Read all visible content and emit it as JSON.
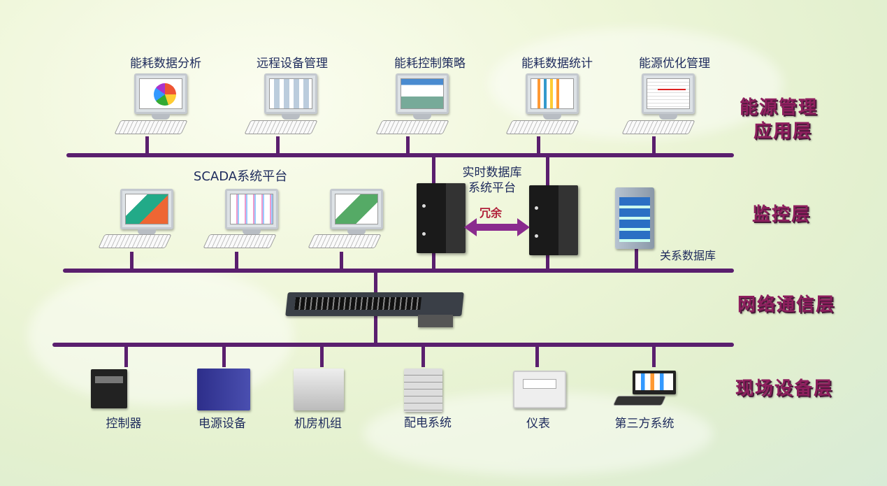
{
  "app_layer": {
    "title_line1": "能源管理",
    "title_line2": "应用层",
    "apps": [
      {
        "label": "能耗数据分析",
        "screen": "pie-chart"
      },
      {
        "label": "远程设备管理",
        "screen": "device-grid"
      },
      {
        "label": "能耗控制策略",
        "screen": "dashboard"
      },
      {
        "label": "能耗数据统计",
        "screen": "bar-chart"
      },
      {
        "label": "能源优化管理",
        "screen": "table"
      }
    ]
  },
  "monitor_layer": {
    "title": "监控层",
    "scada_label": "SCADA系统平台",
    "rtdb_label_line1": "实时数据库",
    "rtdb_label_line2": "系统平台",
    "redundancy_label": "冗余",
    "rdb_label": "关系数据库"
  },
  "network_layer": {
    "title": "网络通信层"
  },
  "field_layer": {
    "title": "现场设备层",
    "devices": [
      {
        "label": "控制器"
      },
      {
        "label": "电源设备"
      },
      {
        "label": "机房机组"
      },
      {
        "label": "配电系统"
      },
      {
        "label": "仪表"
      },
      {
        "label": "第三方系统"
      }
    ]
  },
  "colors": {
    "bus": "#5a1f6e",
    "layer_title": "#8e1f5e",
    "label": "#1d2a5c",
    "redundancy": "#b0203a"
  }
}
